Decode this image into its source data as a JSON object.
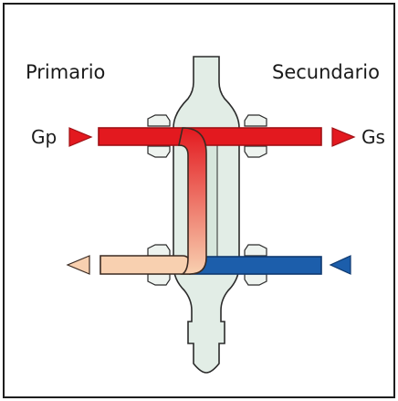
{
  "labels": {
    "primary": "Primario",
    "secondary": "Secundario",
    "flow_primary": "Gp",
    "flow_secondary": "Gs"
  },
  "colors": {
    "hot": "#e3191f",
    "hot_dark": "#a01015",
    "cold": "#1c5eab",
    "cold_dark": "#0f3a70",
    "return_light": "#f8d0b0",
    "return_outline": "#3a2a22",
    "separator_body": "#e2ede6",
    "outline": "#2b2b2b",
    "frame": "#1e1e1e"
  },
  "icons": {
    "inlet_primary": "arrow-right-icon",
    "outlet_secondary": "arrow-right-icon",
    "outlet_primary": "arrow-left-icon",
    "return_secondary": "arrow-left-icon"
  }
}
